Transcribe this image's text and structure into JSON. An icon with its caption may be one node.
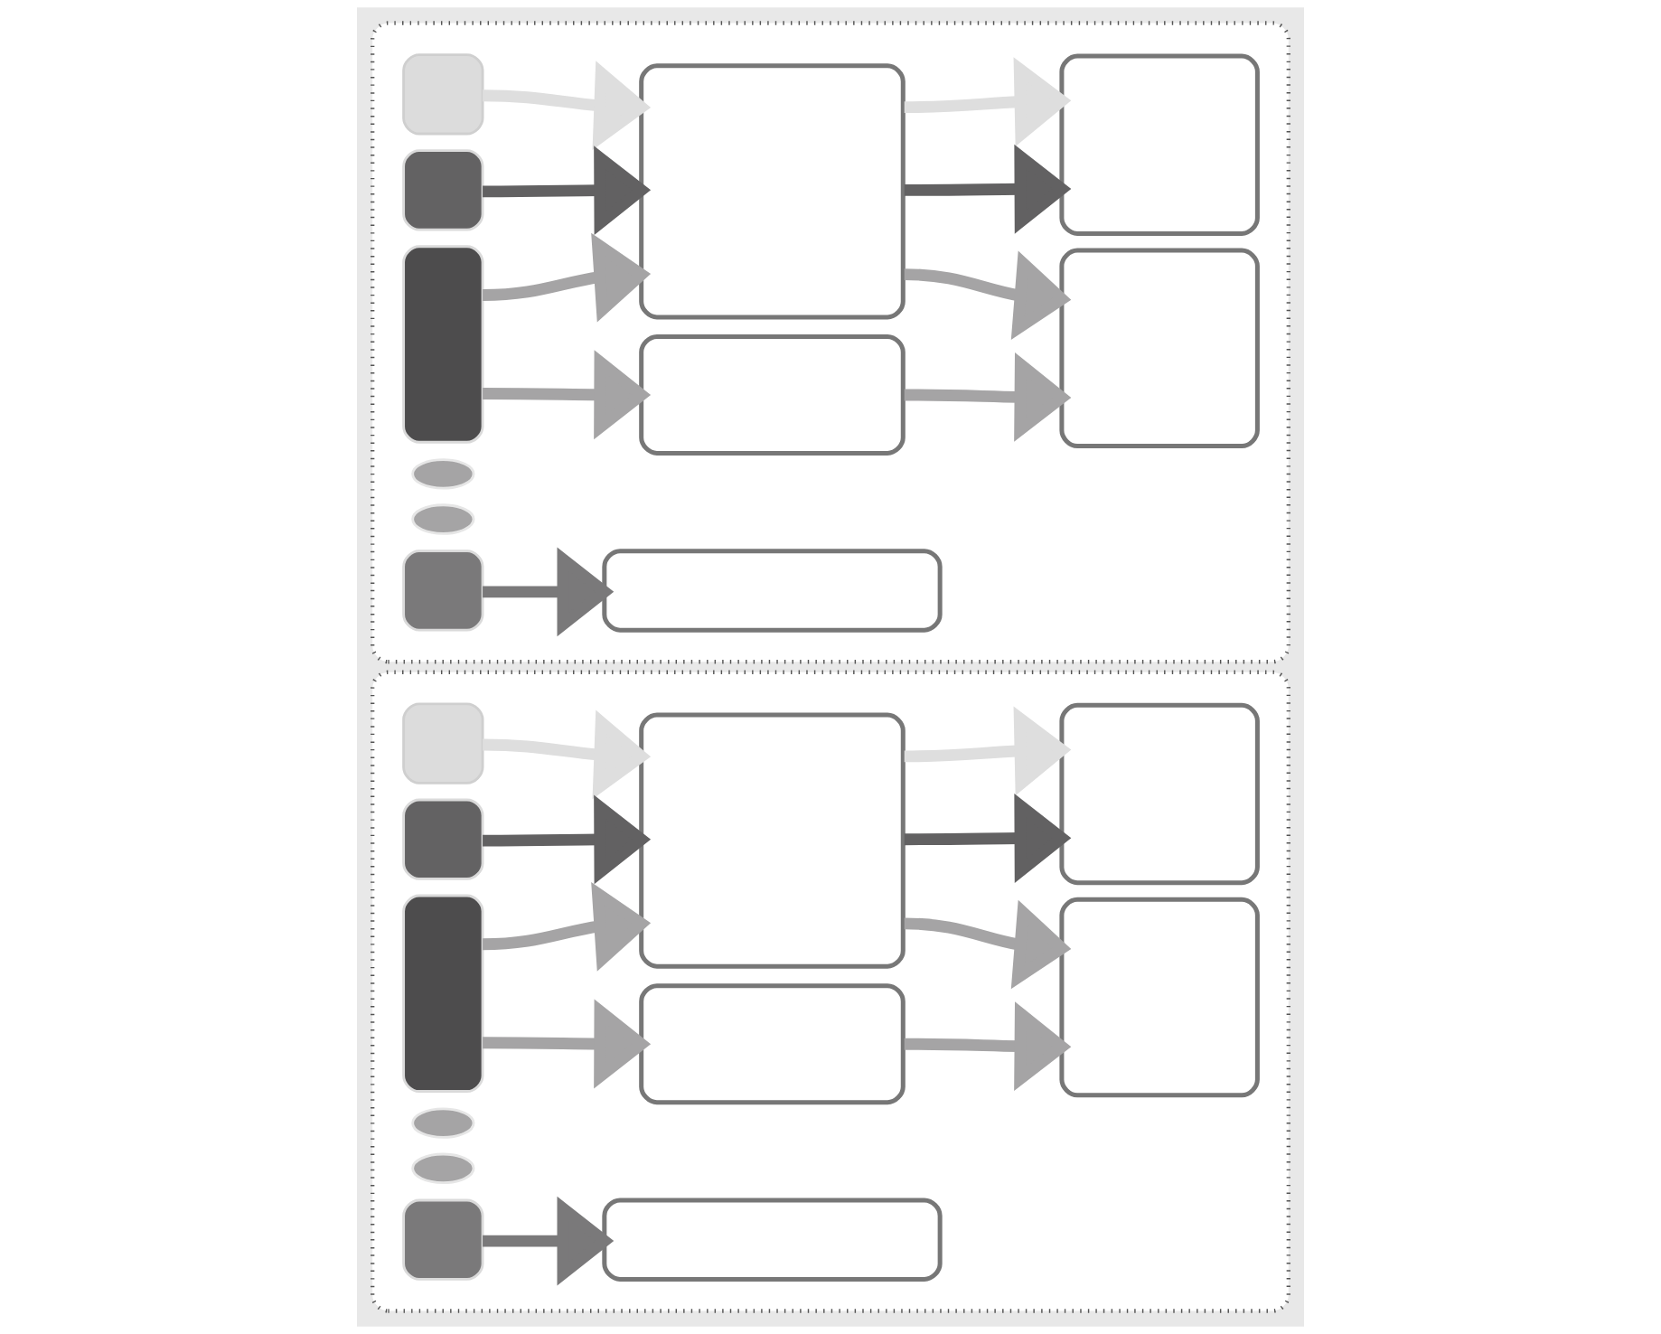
{
  "diagram": {
    "nodes": [
      {
        "text": [],
        "shape": "box"
      },
      {
        "text": [],
        "shape": "box",
        "in": 0
      },
      {
        "text": [],
        "shape": "box",
        "in": 0
      },
      {
        "text": [],
        "shape": "box",
        "in": 0
      },
      {
        "text": [],
        "shape": "box",
        "in": 0
      },
      {
        "text": [],
        "shape": "pill",
        "in": 0
      },
      {
        "text": [],
        "shape": "pill",
        "in": 0
      },
      {
        "text": [],
        "shape": "box",
        "in": 0
      },
      {
        "text": [],
        "shape": "box",
        "in": 0
      },
      {
        "text": [],
        "shape": "box",
        "in": 0
      },
      {
        "text": [],
        "shape": "box",
        "in": 0
      },
      {
        "text": [],
        "shape": "box",
        "in": 0
      },
      {
        "text": [],
        "shape": "box"
      },
      {
        "text": [],
        "shape": "box",
        "in": 12
      },
      {
        "text": [],
        "shape": "box",
        "in": 12
      },
      {
        "text": [],
        "shape": "box",
        "in": 12
      },
      {
        "text": [],
        "shape": "box",
        "in": 12
      },
      {
        "text": [],
        "shape": "pill",
        "in": 12
      },
      {
        "text": [],
        "shape": "pill",
        "in": 12
      },
      {
        "text": [],
        "shape": "box",
        "in": 12
      },
      {
        "text": [],
        "shape": "box",
        "in": 12
      },
      {
        "text": [],
        "shape": "box",
        "in": 12
      },
      {
        "text": [],
        "shape": "box",
        "in": 12
      },
      {
        "text": [],
        "shape": "box",
        "in": 12
      }
    ],
    "edges": [
      {
        "from": 1,
        "to": 7,
        "arrow": "to",
        "color": "#dedede"
      },
      {
        "from": 2,
        "to": 7,
        "arrow": "to",
        "color": "#626162"
      },
      {
        "from": 3,
        "to": 7,
        "arrow": "to"
      },
      {
        "from": 3,
        "to": 8,
        "arrow": "to"
      },
      {
        "from": 4,
        "to": 9,
        "arrow": "to",
        "color": "#7a797a"
      },
      {
        "from": 7,
        "to": 10,
        "arrow": "to",
        "color": "#dedede"
      },
      {
        "from": 7,
        "to": 10,
        "arrow": "to",
        "color": "#626162"
      },
      {
        "from": 7,
        "to": 11,
        "arrow": "to"
      },
      {
        "from": 8,
        "to": 11,
        "arrow": "to"
      },
      {
        "from": 13,
        "to": 19,
        "arrow": "to",
        "color": "#dedede"
      },
      {
        "from": 14,
        "to": 19,
        "arrow": "to",
        "color": "#626162"
      },
      {
        "from": 15,
        "to": 19,
        "arrow": "to"
      },
      {
        "from": 15,
        "to": 20,
        "arrow": "to"
      },
      {
        "from": 16,
        "to": 21,
        "arrow": "to",
        "color": "#7a797a"
      },
      {
        "from": 19,
        "to": 22,
        "arrow": "to",
        "color": "#dedede"
      },
      {
        "from": 19,
        "to": 22,
        "arrow": "to",
        "color": "#626162"
      },
      {
        "from": 19,
        "to": 23,
        "arrow": "to"
      },
      {
        "from": 20,
        "to": 23,
        "arrow": "to"
      }
    ]
  }
}
